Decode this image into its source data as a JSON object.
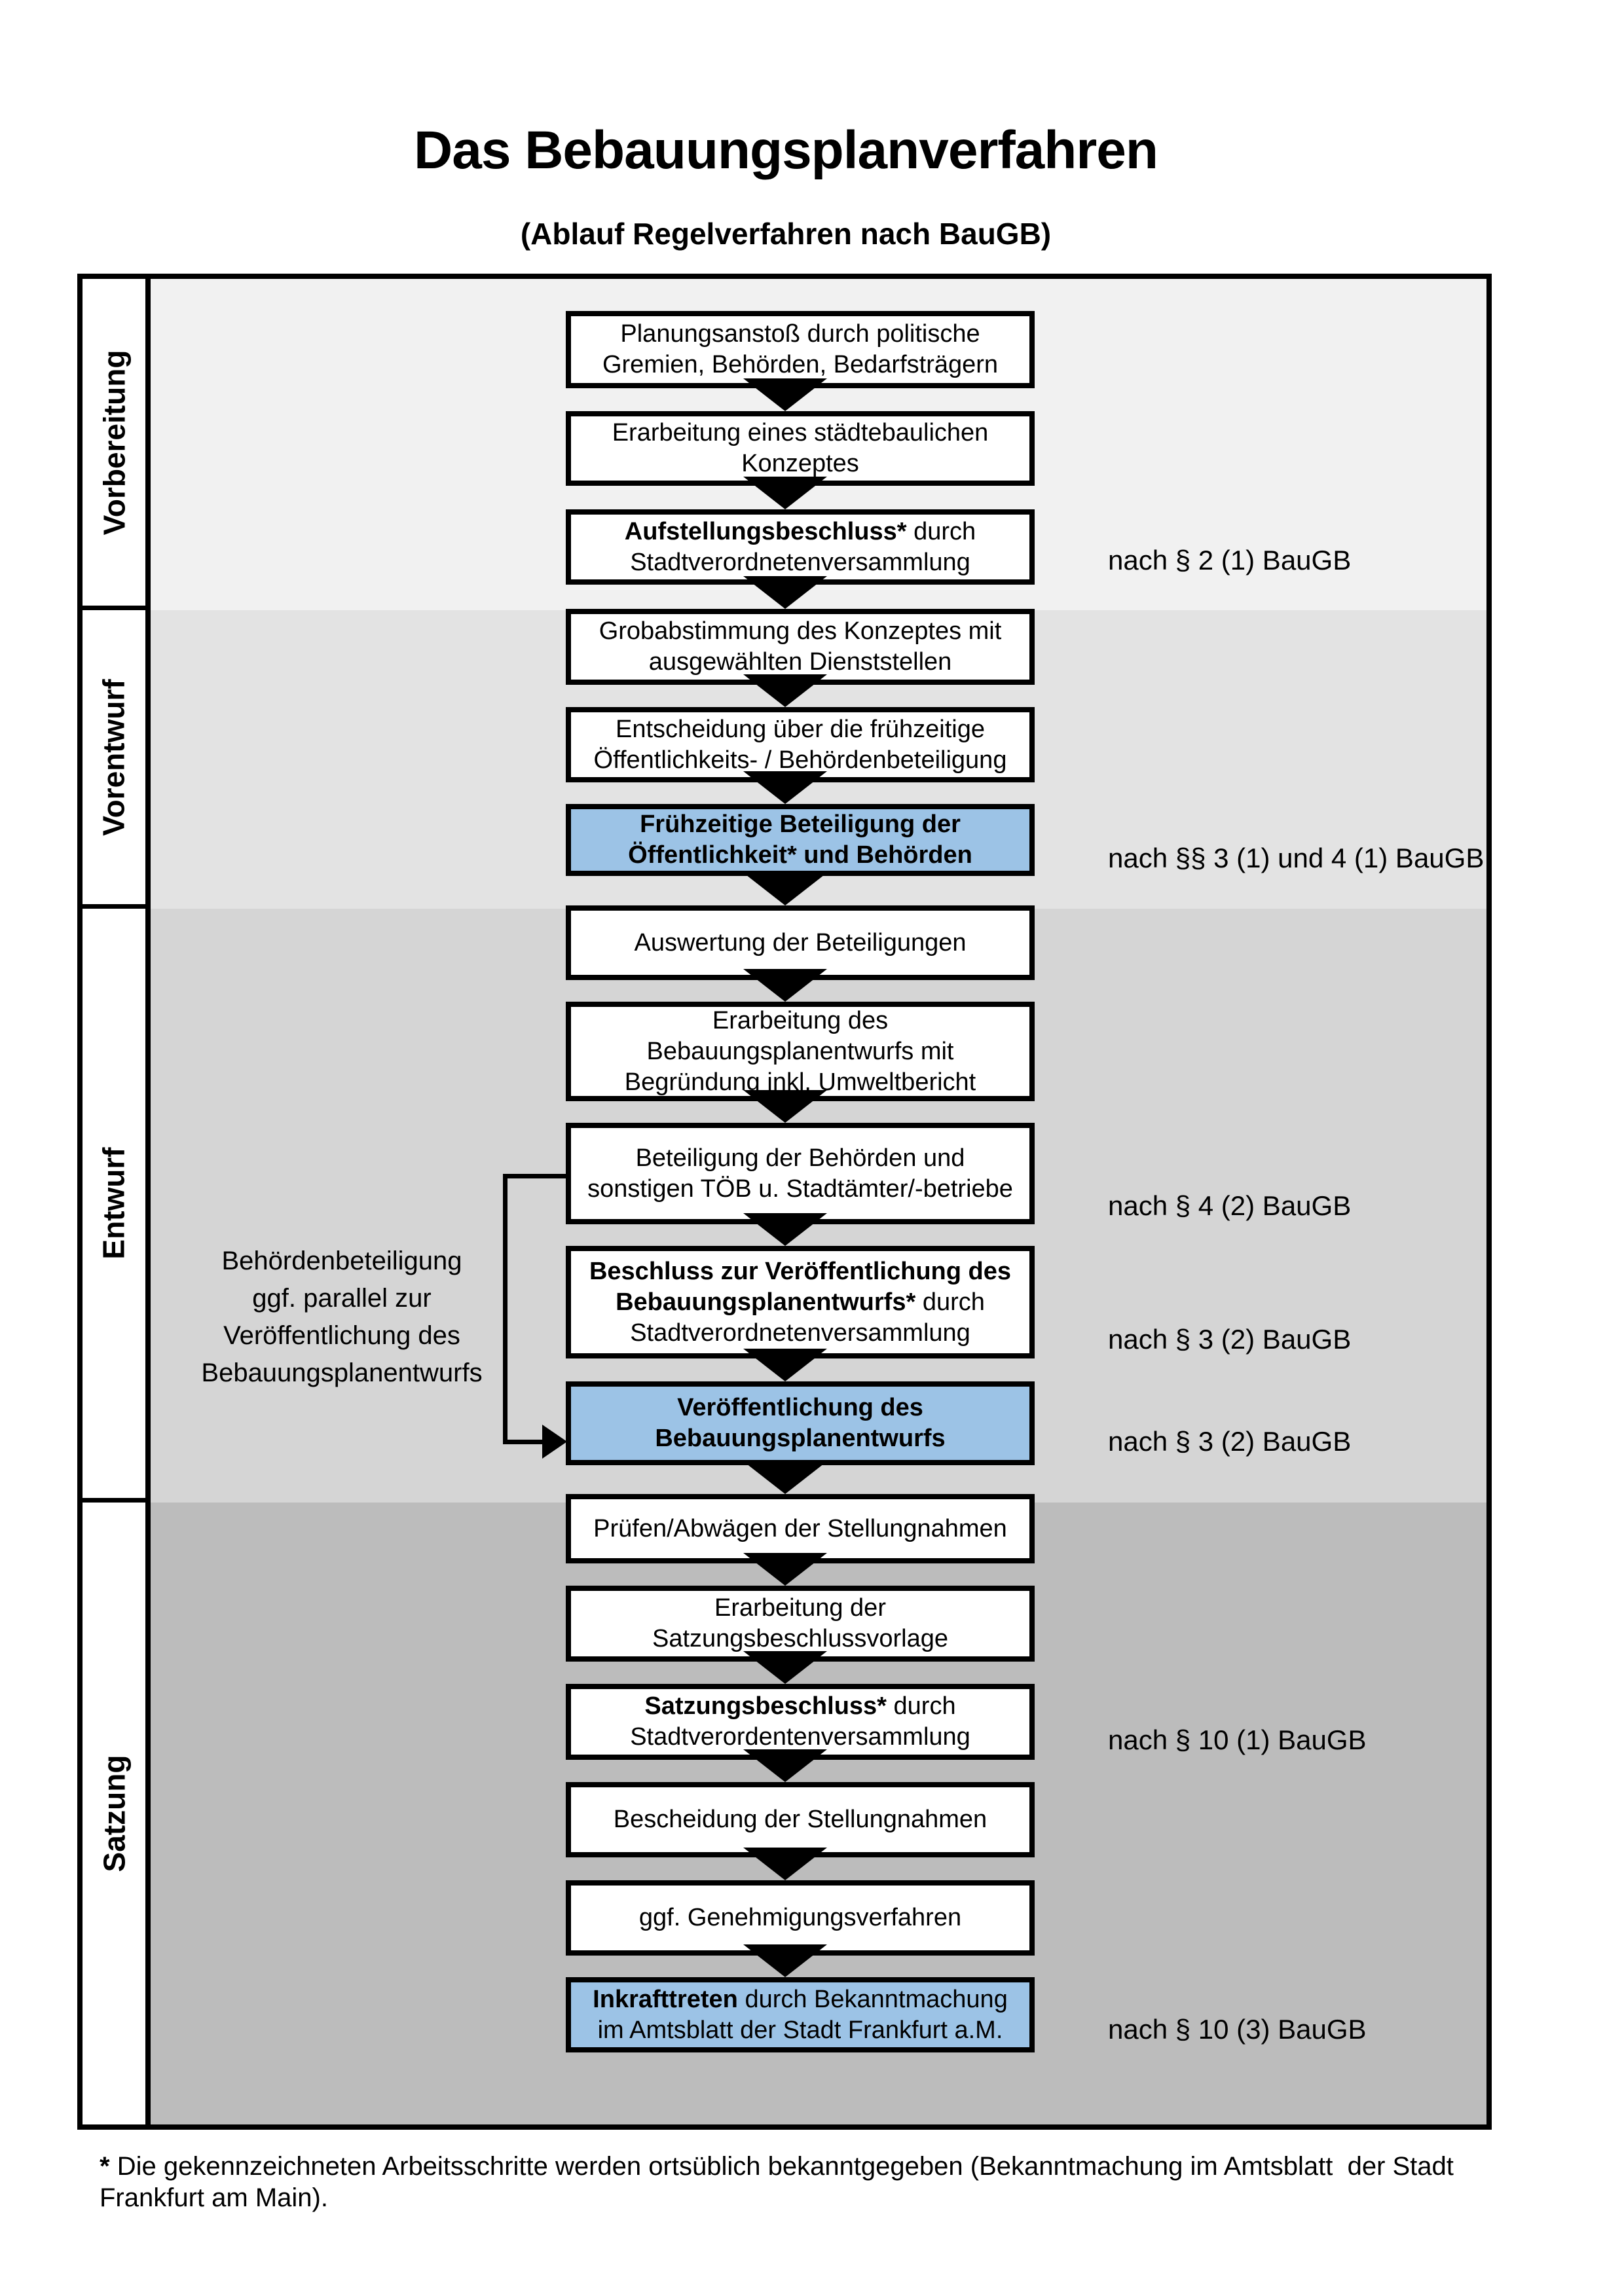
{
  "title": "Das Bebauungsplanverfahren",
  "subtitle": "(Ablauf Regelverfahren nach BauGB)",
  "phases": [
    {
      "label": "Vorbereitung"
    },
    {
      "label": "Vorentwurf"
    },
    {
      "label": "Entwurf"
    },
    {
      "label": "Satzung"
    }
  ],
  "steps": [
    {
      "lines": [
        [
          {
            "t": "Planungsanstoß durch politische"
          }
        ],
        [
          {
            "t": "Gremien, Behörden, Bedarfsträgern"
          }
        ]
      ]
    },
    {
      "lines": [
        [
          {
            "t": "Erarbeitung eines städtebaulichen"
          }
        ],
        [
          {
            "t": "Konzeptes"
          }
        ]
      ]
    },
    {
      "lines": [
        [
          {
            "t": "Aufstellungsbeschluss*",
            "b": true
          },
          {
            "t": " durch"
          }
        ],
        [
          {
            "t": "Stadtverordnetenversammlung"
          }
        ]
      ],
      "ref": "nach § 2 (1) BauGB"
    },
    {
      "lines": [
        [
          {
            "t": "Grobabstimmung des Konzeptes mit"
          }
        ],
        [
          {
            "t": "ausgewählten Dienststellen"
          }
        ]
      ]
    },
    {
      "lines": [
        [
          {
            "t": "Entscheidung über die frühzeitige"
          }
        ],
        [
          {
            "t": "Öffentlichkeits- / Behördenbeteiligung"
          }
        ]
      ]
    },
    {
      "highlight": true,
      "lines": [
        [
          {
            "t": "Frühzeitige Beteiligung der",
            "b": true
          }
        ],
        [
          {
            "t": "Öffentlichkeit* und Behörden",
            "b": true
          }
        ]
      ],
      "ref": "nach §§ 3 (1) und 4 (1) BauGB"
    },
    {
      "lines": [
        [
          {
            "t": "Auswertung der Beteiligungen"
          }
        ]
      ]
    },
    {
      "lines": [
        [
          {
            "t": "Erarbeitung des"
          }
        ],
        [
          {
            "t": "Bebauungsplanentwurfs mit"
          }
        ],
        [
          {
            "t": "Begründung inkl. Umweltbericht"
          }
        ]
      ]
    },
    {
      "lines": [
        [
          {
            "t": "Beteiligung der Behörden und"
          }
        ],
        [
          {
            "t": "sonstigen TÖB u. Stadtämter/-betriebe"
          }
        ]
      ],
      "ref": "nach § 4 (2) BauGB"
    },
    {
      "lines": [
        [
          {
            "t": "Beschluss zur Veröffentlichung des",
            "b": true
          }
        ],
        [
          {
            "t": "Bebauungsplanentwurfs*",
            "b": true
          },
          {
            "t": " durch"
          }
        ],
        [
          {
            "t": "Stadtverordnetenversammlung"
          }
        ]
      ],
      "ref": "nach § 3 (2) BauGB"
    },
    {
      "highlight": true,
      "lines": [
        [
          {
            "t": "Veröffentlichung des",
            "b": true
          }
        ],
        [
          {
            "t": "Bebauungsplanentwurfs",
            "b": true
          }
        ]
      ],
      "ref": "nach § 3 (2) BauGB"
    },
    {
      "lines": [
        [
          {
            "t": "Prüfen/Abwägen der Stellungnahmen"
          }
        ]
      ]
    },
    {
      "lines": [
        [
          {
            "t": "Erarbeitung der"
          }
        ],
        [
          {
            "t": "Satzungsbeschlussvorlage"
          }
        ]
      ]
    },
    {
      "lines": [
        [
          {
            "t": "Satzungsbeschluss*",
            "b": true
          },
          {
            "t": " durch"
          }
        ],
        [
          {
            "t": "Stadtverordentenversammlung"
          }
        ]
      ],
      "ref": "nach § 10 (1) BauGB"
    },
    {
      "lines": [
        [
          {
            "t": "Bescheidung der Stellungnahmen"
          }
        ]
      ]
    },
    {
      "lines": [
        [
          {
            "t": "ggf. Genehmigungsverfahren"
          }
        ]
      ]
    },
    {
      "highlight": true,
      "lines": [
        [
          {
            "t": "Inkrafttreten",
            "b": true
          },
          {
            "t": " durch Bekanntmachung"
          }
        ],
        [
          {
            "t": "im Amtsblatt der Stadt Frankfurt a.M."
          }
        ]
      ],
      "ref": "nach § 10 (3) BauGB"
    }
  ],
  "side_note": {
    "lines": [
      [
        {
          "t": "Behördenbeteiligung"
        }
      ],
      [
        {
          "t": "ggf. parallel zur"
        }
      ],
      [
        {
          "t": "Veröffentlichung des"
        }
      ],
      [
        {
          "t": "Bebauungsplanentwurfs"
        }
      ]
    ]
  },
  "footnote": {
    "marker": "*",
    "line1": " Die gekennzeichneten Arbeitsschritte werden ortsüblich bekanntgegeben (Bekanntmachung im Amtsblatt  der Stadt",
    "line2": "Frankfurt am Main)."
  },
  "colors": {
    "highlight_blue": "#9cc3e6",
    "band_vorbereitung": "#f1f1f1",
    "band_vorentwurf": "#e3e3e3",
    "band_entwurf": "#d5d5d5",
    "band_satzung": "#bcbcbc",
    "line_black": "#000000"
  }
}
